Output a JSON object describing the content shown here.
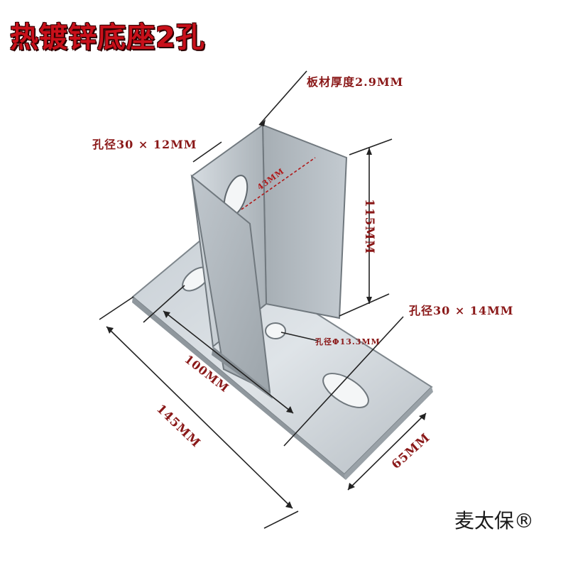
{
  "title": "热镀锌底座2孔",
  "labels": {
    "plate_thickness": "板材厚度2.9MM",
    "upper_hole": "孔径30 × 12MM",
    "upper_inner": "43MM",
    "height": "115MM",
    "lower_hole": "孔径30 × 14MM",
    "center_hole": "孔径Φ13.3MM",
    "inner_length": "100MM",
    "base_length": "145MM",
    "base_width": "65MM"
  },
  "brand": "麦太保®",
  "colors": {
    "title": "#c8101a",
    "label": "#8a1818",
    "steel_light": "#d7dde2",
    "steel_dark": "#8d959b",
    "dimension_line": "#222222"
  }
}
